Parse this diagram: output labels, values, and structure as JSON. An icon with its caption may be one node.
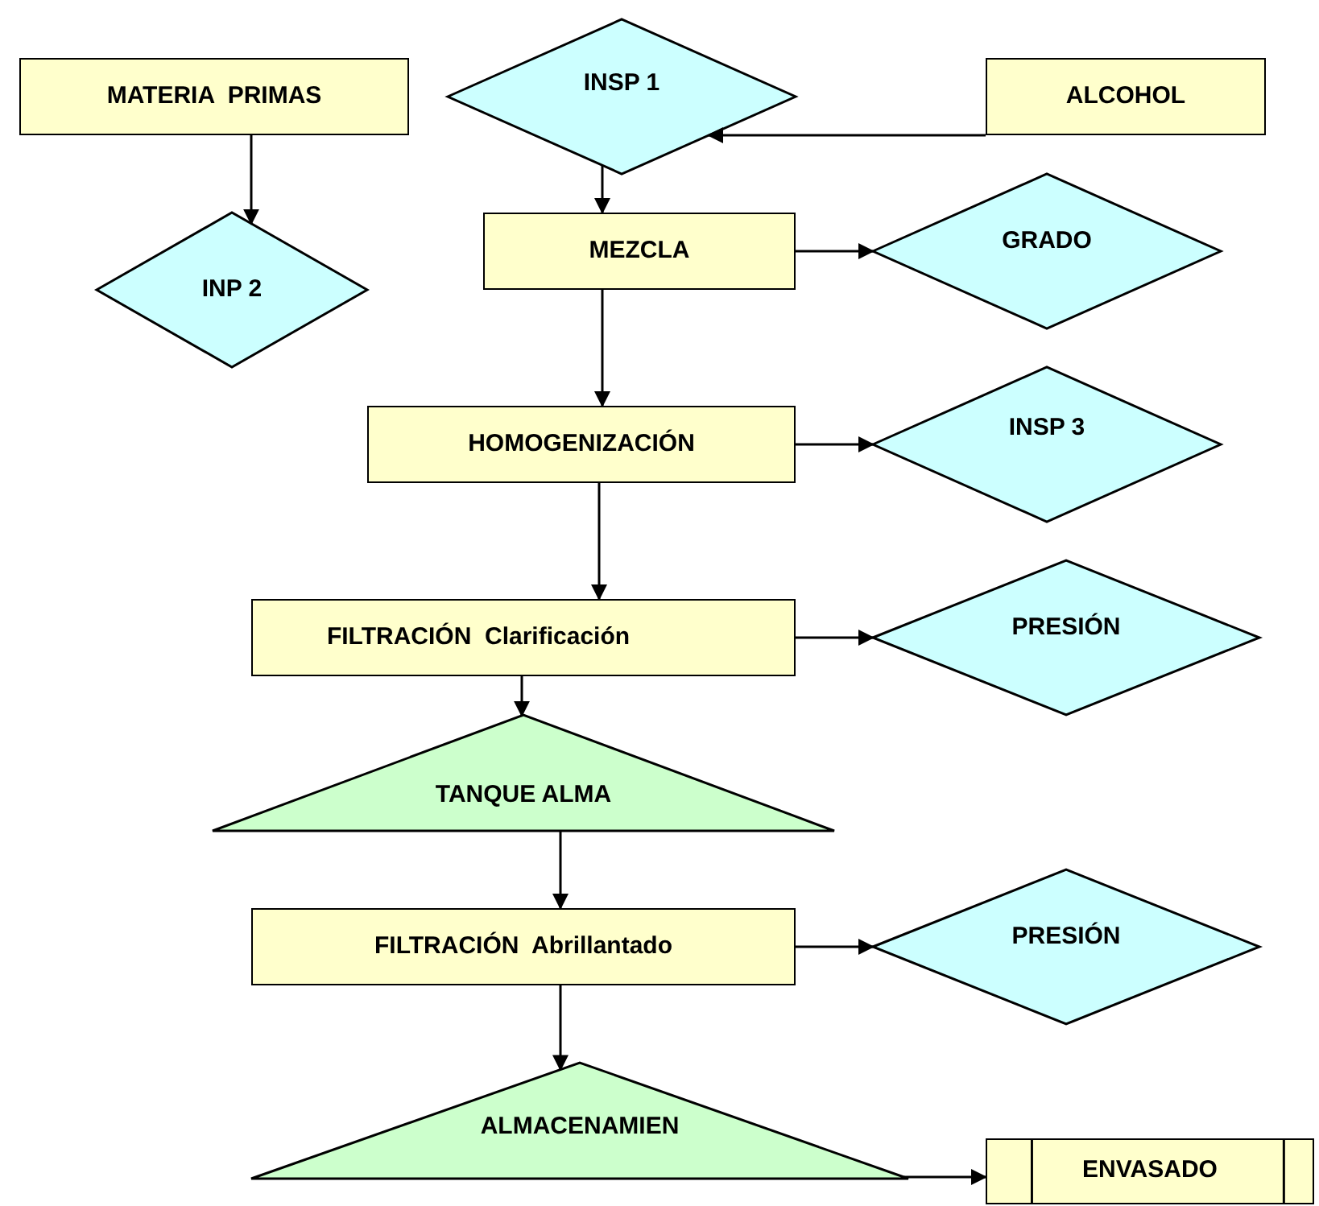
{
  "diagram": {
    "nodes": [
      {
        "text": [
          "MATERIA  PRIMAS"
        ]
      },
      {
        "text": [
          "INSP 1"
        ]
      },
      {
        "text": [
          "ALCOHOL"
        ]
      },
      {
        "text": [
          "INP 2"
        ]
      },
      {
        "text": [
          "MEZCLA"
        ]
      },
      {
        "text": [
          "GRADO"
        ]
      },
      {
        "text": [
          "HOMOGENIZACIÓN"
        ]
      },
      {
        "text": [
          "INSP 3"
        ]
      },
      {
        "text": [
          "FILTRACIÓN  Clarificación"
        ]
      },
      {
        "text": [
          "PRESIÓN"
        ]
      },
      {
        "text": [
          "TANQUE ALMA"
        ]
      },
      {
        "text": [
          "FILTRACIÓN  Abrillantado"
        ]
      },
      {
        "text": [
          "PRESIÓN"
        ]
      },
      {
        "text": [
          "ALMACENAMIEN"
        ]
      },
      {
        "text": [
          "ENVASADO"
        ]
      }
    ],
    "edges": [
      {
        "from": 0,
        "to": 3,
        "arrow": "to"
      },
      {
        "from": 2,
        "to": 1,
        "arrow": "to"
      },
      {
        "from": 1,
        "to": 4,
        "arrow": "to"
      },
      {
        "from": 4,
        "to": 5,
        "arrow": "to"
      },
      {
        "from": 4,
        "to": 6,
        "arrow": "to"
      },
      {
        "from": 6,
        "to": 7,
        "arrow": "to"
      },
      {
        "from": 6,
        "to": 8,
        "arrow": "to"
      },
      {
        "from": 8,
        "to": 9,
        "arrow": "to"
      },
      {
        "from": 8,
        "to": 10,
        "arrow": "to"
      },
      {
        "from": 10,
        "to": 11,
        "arrow": "to"
      },
      {
        "from": 11,
        "to": 12,
        "arrow": "to"
      },
      {
        "from": 11,
        "to": 13,
        "arrow": "to"
      },
      {
        "from": 13,
        "to": 14,
        "arrow": "to"
      }
    ]
  }
}
